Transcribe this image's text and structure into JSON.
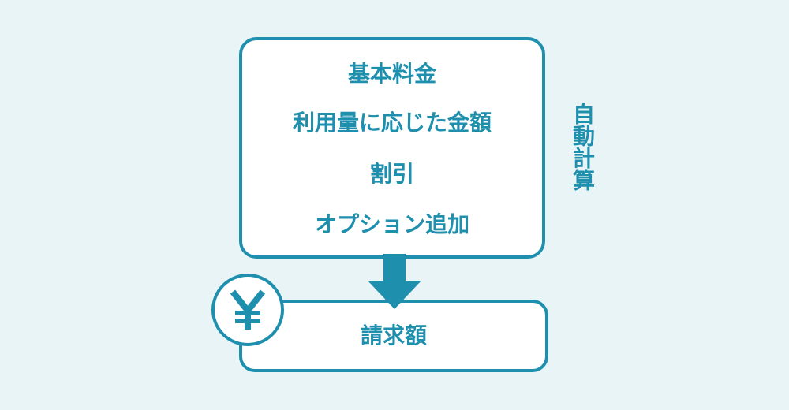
{
  "diagram": {
    "items": [
      {
        "label": "基本料金"
      },
      {
        "label": "利用量に応じた金額"
      },
      {
        "label": "割引"
      },
      {
        "label": "オプション追加"
      }
    ],
    "side_label": "自動計算",
    "result_label": "請求額",
    "icons": {
      "currency": "yen-icon",
      "flow": "arrow-down-icon"
    },
    "colors": {
      "accent": "#1f8fae",
      "background": "#e9f4f7",
      "box_fill": "#ffffff"
    }
  }
}
